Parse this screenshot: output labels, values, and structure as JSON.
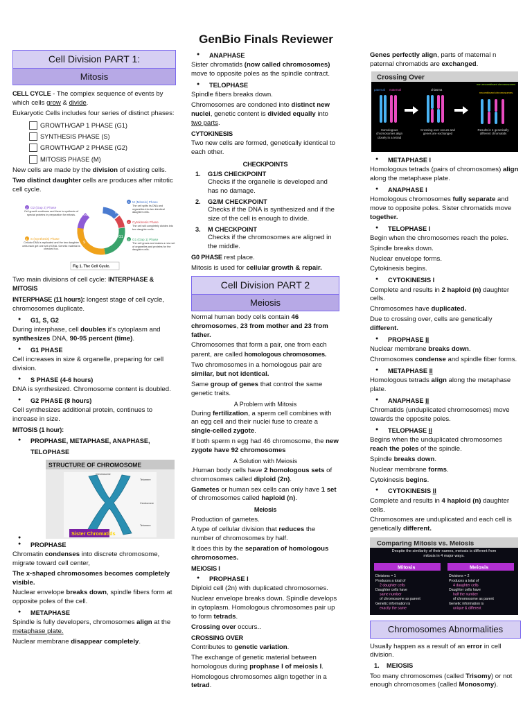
{
  "title": "GenBio Finals Reviewer",
  "col1": {
    "header_top": "Cell Division PART 1:",
    "header_sub": "Mitosis",
    "cell_cycle_term": "CELL CYCLE",
    "cell_cycle_def_a": " - The complex sequence of events by which cells ",
    "cell_cycle_grow": "grow",
    "cell_cycle_amp": " & ",
    "cell_cycle_divide": "divide",
    "cell_cycle_dot": ".",
    "eukaryotic": "Eukaryotic Cells includes four series of distinct phases:",
    "phases": [
      "GROWTH/GAP 1 PHASE (G1)",
      "SYNTHESIS PHASE (S)",
      "GROWTH/GAP 2 PHASE (G2)",
      "MITOSIS PHASE (M)"
    ],
    "new_cells_a": "New cells are made by the ",
    "new_cells_b": "division",
    "new_cells_c": " of existing cells.",
    "two_dau_a": "Two distinct daughter",
    "two_dau_b": " cells are produces after mitotic cell cycle.",
    "cycle_fig": {
      "caption": "Fig 1. The Cell Cycle.",
      "g2_title": "G2 (Gap 2) Phase",
      "g2_text": "Cell growth continues and there is synthesis of special proteins in preparation for mitosis.",
      "s_title": "S (Synthesis) Phase",
      "s_text": "Cellular DNA is replicated and the two daughter cells each get one set of DNA. Genetic material is checked too.",
      "m_title": "M (Mitosis) Phase",
      "m_text": "The cell splits its DNA and organelles into two identical daughter cells.",
      "cyto_title": "Cytokinesis Phase",
      "cyto_text": "The cell will completely divides into two daughter cells.",
      "g1_title": "G1 (Gap 1) Phase",
      "g1_text": "The cell grows and makes a new set of organelles and proteins for the daughter cells.",
      "labels": [
        "G2",
        "M",
        "G1",
        "S",
        "1",
        "2",
        "3",
        "4",
        "5"
      ]
    },
    "two_main_a": "Two main divisions of cell cycle: ",
    "two_main_b": "INTERPHASE & MITOSIS",
    "interphase_a": "INTERPHASE (11 hours):",
    "interphase_b": " longest stage of cell cycle, chromosomes duplicate.",
    "b_g1sg2": "G1, S, G2",
    "during_a": "During interphase, cell ",
    "during_b": "doubles",
    "during_c": " it's cytoplasm and ",
    "during_d": "synthesizes",
    "during_e": " DNA, ",
    "during_f": "90-95 percent (time)",
    "during_g": ".",
    "b_g1": "G1 PHASE",
    "g1_text": "Cell increases in size & organelle, preparing for cell division.",
    "b_s": "S PHASE (4-6 hours)",
    "s_text": "DNA is synthesized. Chromosome content is doubled.",
    "b_g2": "G2 PHASE (8 hours)",
    "g2_text": "Cell synthesizes additional protein, continues to increase in size.",
    "mitosis_hr": "MITOSIS (1 hour):",
    "b_pmat": "PROPHASE, METAPHASE, ANAPHASE, TELOPHASE",
    "chrom_fig": {
      "title": "STRUCTURE OF CHROMOSOME",
      "chromosome": "Chromosome",
      "telomere_top": "Telomere",
      "centromere": "Centromere",
      "telomere_bot": "Telomere",
      "sister": "Sister Chromatids"
    },
    "b_prophase": "PROPHASE",
    "pro_a": "Chromatin ",
    "pro_b": "condenses",
    "pro_c": " into discrete chromosome, migrate toward cell center,",
    "pro_d": "The x-shaped chromosomes becomes completely visible.",
    "pro_e": "Nuclear envelope ",
    "pro_f": "breaks down",
    "pro_g": ", spindle fibers form at opposite poles of the cell.",
    "b_metaphase": "METAPHASE",
    "meta_a": "Spindle is fully developers, chromosomes ",
    "meta_b": "align",
    "meta_c": " at the ",
    "meta_d": "metaphase plate.",
    "meta_e": "Nuclear membrane ",
    "meta_f": "disappear completely",
    "meta_g": "."
  },
  "col2": {
    "b_anaphase": "ANAPHASE",
    "ana_a": "Sister chromatids ",
    "ana_b": "(now called chromosomes)",
    "ana_c": " move to opposite poles as the spindle contract.",
    "b_telophase": "TELOPHASE",
    "telo_a": "Spindle fibers breaks down.",
    "telo_b": "Chromosomes are condoned into ",
    "telo_c": "distinct new nuclei",
    "telo_d": ", genetic content is ",
    "telo_e": "divided equally",
    "telo_f": " into ",
    "telo_g": "two parts",
    "telo_h": ".",
    "cytokinesis": "CYTOKINESIS",
    "cyto_text": "Two new cells are formed, genetically identical to each other.",
    "checkpoints": "CHECKPOINTS",
    "ck1_n": "1.",
    "ck1_t": "G1/S CHECKPOINT",
    "ck1_d": "Checks if the organelle is developed and has no damage.",
    "ck2_n": "2.",
    "ck2_t": "G2/M CHECKPOINT",
    "ck2_d": "Checks if the DNA is synthesized and if the size of the cell is enough to divide.",
    "ck3_n": "3.",
    "ck3_t": "M CHECKPOINT",
    "ck3_d": "Checks if the chromosomes are aligned in the middle.",
    "g0_a": "G0 PHASE",
    "g0_b": " rest place.",
    "mit_a": "Mitosis is used for ",
    "mit_b": "cellular growth & repair.",
    "header_top": "Cell Division PART 2",
    "header_sub": "Meiosis",
    "norm_a": "Normal human body cells contain ",
    "norm_b": "46 chromosomes",
    "norm_c": ", ",
    "norm_d": "23 from mother and 23 from father.",
    "homo_a": "Chromosomes that form a pair, one from each parent, are called ",
    "homo_b": "homologous chromosomes.",
    "two_a": "Two chromosomes in a homologous pair are ",
    "two_b": "similar, but not identical.",
    "same_a": "Same ",
    "same_b": "group of genes",
    "same_c": " that control the same genetic traits.",
    "problem": "A Problem with Mitosis",
    "fert_a": "During ",
    "fert_b": "fertilization",
    "fert_c": ", a sperm cell combines with an egg cell and their nuclei fuse to create a ",
    "fert_d": "single-celled zygote",
    "fert_e": ".",
    "if_a": "If both sperm n egg had 46 chromosome, the ",
    "if_b": "new zygote have 92 chromosomes",
    "solution": "A Solution with Meiosis",
    "sol_a": ".Human body cells have ",
    "sol_b": "2 homologous sets",
    "sol_c": " of chromosomes called ",
    "sol_d": "diploid (2n)",
    "sol_e": ".",
    "gam_a": "Gametes",
    "gam_b": " or human sex cells can only have ",
    "gam_c": "1 set",
    "gam_d": " of chromosomes called ",
    "gam_e": "haploid (n)",
    "gam_f": ".",
    "meiosis_title": "Meiosis",
    "prod": "Production of gametes.",
    "type_a": "A type of cellular division that ",
    "type_b": "reduces",
    "type_c": " the number of chromosomes by half.",
    "sep_a": "It does this by the ",
    "sep_b": "separation of homologous chromosomes.",
    "meiosis1": "MEIOSIS I",
    "b_prophase1": "PROPHASE I",
    "pro1_a": "Diploid cell (2n) with duplicated chromosomes.",
    "pro1_b": "Nuclear envelope breaks down. Spindle develops in cytoplasm. Homologous chromosomes pair up to form ",
    "pro1_c": "tetrads",
    "pro1_d": ".",
    "pro1_e": "Crossing over",
    "pro1_f": " occurs..",
    "crossing": "CROSSING OVER",
    "cross_a": "Contributes to ",
    "cross_b": "genetic variation",
    "cross_c": ".",
    "cross_d": "The exchange of genetic material between homologous during ",
    "cross_e": "prophase I of meiosis I",
    "cross_f": ".",
    "cross_g": "Homologous chromosomes align together in a ",
    "cross_h": "tetrad",
    "cross_i": "."
  },
  "col3": {
    "genes_a": "Genes perfectly align",
    "genes_b": ", parts of maternal n paternal chromatids are ",
    "genes_c": "exchanged",
    "genes_d": ".",
    "cross_fig": {
      "title": "Crossing Over",
      "paternal": "paternal",
      "maternal": "maternal",
      "chiasma": "chiasma",
      "nonrec": "non-recombinant chromosomes",
      "rec": "recombinant chromosomes",
      "cap1": "Homologous chromosomes align closely in a tetrad",
      "cap2": "Crossing over occurs and genes are exchanged",
      "cap3": "Results in 4 genetically different chromatids"
    },
    "b_meta1": "METAPHASE I",
    "m1_a": "Homologous tetrads (pairs of chromosomes) ",
    "m1_b": "align",
    "m1_c": " along the metaphase plate.",
    "b_ana1": "ANAPHASE I",
    "a1_a": "Homologous chromosomes ",
    "a1_b": "fully separate",
    "a1_c": " and move to opposite poles. Sister chromatids move ",
    "a1_d": "together.",
    "b_telo1": "TELOPHASE I",
    "t1_a": "Begin when the chromosomes reach the poles.",
    "t1_b": "Spindle breaks down.",
    "t1_c": "Nuclear envelope forms.",
    "t1_d": "Cytokinesis begins.",
    "b_cyto1": "CYTOKINESIS I",
    "c1_a": "Complete and results in ",
    "c1_b": "2 haploid (n)",
    "c1_c": " daughter cells.",
    "c1_d": "Chromosomes have ",
    "c1_e": "duplicated.",
    "c1_f": "Due to crossing over, cells are genetically ",
    "c1_g": "different.",
    "b_pro2a": "PROPHASE ",
    "b_pro2b": "II",
    "p2_a": "Nuclear membrane ",
    "p2_b": "breaks down",
    "p2_c": ".",
    "p2_d": "Chromosomes ",
    "p2_e": "condense",
    "p2_f": " and spindle fiber forms.",
    "b_meta2a": "METAPHASE ",
    "b_meta2b": "II",
    "m2_a": "Homologous tetrads ",
    "m2_b": "align",
    "m2_c": " along the metaphase plate.",
    "b_ana2a": "ANAPHASE ",
    "b_ana2b": "II",
    "a2_a": "Chromatids (unduplicated chromosomes) move towards the opposite poles.",
    "b_telo2a": "TELOPHASE ",
    "b_telo2b": "II",
    "t2_a": "Begins when the unduplicated chromosomes ",
    "t2_b": "reach the poles",
    "t2_c": " of the spindle.",
    "t2_d": "Spindle ",
    "t2_e": "breaks down",
    "t2_f": ".",
    "t2_g": "Nuclear membrane ",
    "t2_h": "forms",
    "t2_i": ".",
    "t2_j": "Cytokinesis ",
    "t2_k": "begins",
    "t2_l": ".",
    "b_cyto2a": "CYTOKINESIS ",
    "b_cyto2b": "II",
    "c2_a": "Complete and results in ",
    "c2_b": "4 haploid (n)",
    "c2_c": " daughter cells.",
    "c2_d": "Chromosomes are unduplicated and each cell is genetically ",
    "c2_e": "different.",
    "cmp_fig": {
      "title": "Comparing Mitosis vs. Meiosis",
      "intro": "Despite the similarity of their names, meiosis is different from mitosis in 4 major ways.",
      "h_mitosis": "Mitosis",
      "h_meiosis": "Meiosis",
      "mi1": "Divisions = 1",
      "mi2": "Produces a total of",
      "mi2b": "2 daughter cells",
      "mi3": "Daughter cells have",
      "mi3b": "same number",
      "mi3c": "of chromosome as parent",
      "mi4": "Genetic information is",
      "mi4b": "exactly the same",
      "me1": "Divisions = 2",
      "me2": "Produces a total of",
      "me2b": "4 daughter cells",
      "me3": "Daughter cells have",
      "me3b": "half the number",
      "me3c": "of chromosome as parent",
      "me4": "Genetic information is",
      "me4b": "unique & different"
    },
    "abn_header": "Chromosomes Abnormalities",
    "usu_a": "Usually happen as a result of an ",
    "usu_b": "error",
    "usu_c": " in cell division.",
    "mei_n": "1.",
    "mei_t": "MEIOSIS",
    "too_a": "Too many chromosomes (called ",
    "too_b": "Trisomy",
    "too_c": ") or not enough chromosomes (called ",
    "too_d": "Monosomy",
    "too_e": ")."
  },
  "colors": {
    "header_light": "#d6cff3",
    "header_dark": "#b7a9e6",
    "header_border": "#7b68ee",
    "g2": "#8e5bd6",
    "m": "#4a7bd0",
    "cyto": "#d9464d",
    "g1": "#3aa36b",
    "s": "#f0a21a"
  }
}
